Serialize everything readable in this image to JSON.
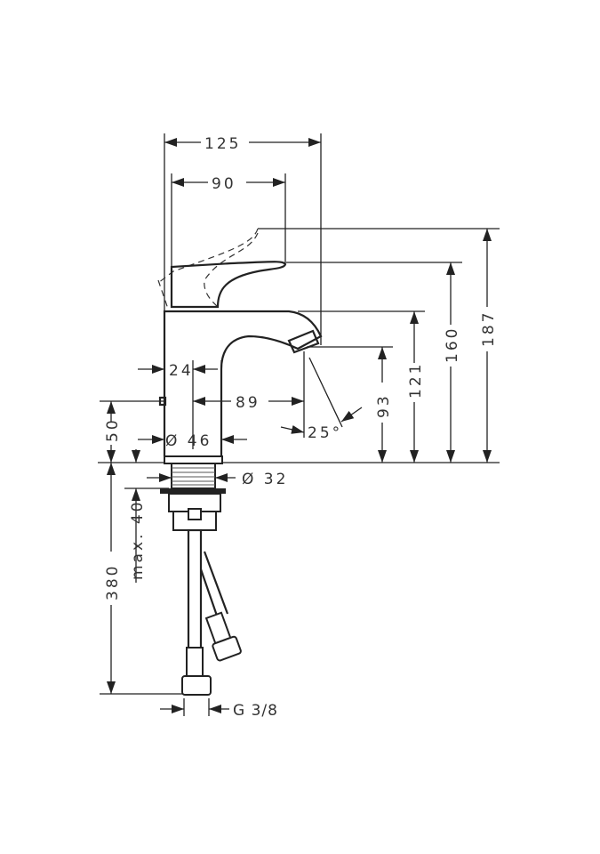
{
  "title": "Basin mixer dimension drawing",
  "dimensions": {
    "width_total": "125",
    "handle_reach": "90",
    "height_total": "187",
    "handle_height": "160",
    "spout_top_height": "121",
    "spout_outlet_height": "93",
    "body_offset": "24",
    "spout_projection": "89",
    "angle": "25°",
    "lever_height": "50",
    "body_diameter": "Ø 46",
    "thread_diameter": "Ø 32",
    "max_deck": "max. 40",
    "hose_length": "380",
    "connection": "G 3/8"
  }
}
